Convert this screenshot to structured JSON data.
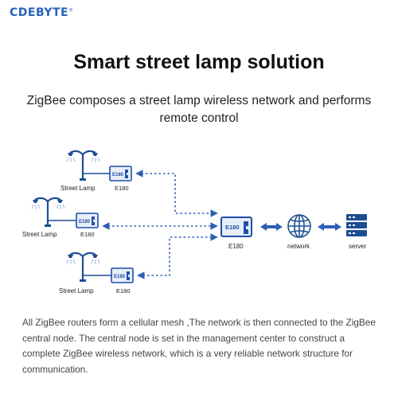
{
  "brand": {
    "name": "CDEBYTE",
    "mark": "®"
  },
  "title": "Smart street lamp solution",
  "subtitle": "ZigBee composes a street lamp wireless network and performs remote control",
  "diagram": {
    "lamps": [
      {
        "lamp_label": "Street Lamp",
        "module_label": "E180",
        "module_text": "E180"
      },
      {
        "lamp_label": "Street Lamp",
        "module_label": "E180",
        "module_text": "E180"
      },
      {
        "lamp_label": "Street Lamp",
        "module_label": "E180",
        "module_text": "E180"
      }
    ],
    "central": {
      "module_text": "E180",
      "label": "E180"
    },
    "network": {
      "label": "network",
      "icon": "globe-icon"
    },
    "server": {
      "label": "server",
      "icon": "server-icon"
    }
  },
  "description": "All ZigBee routers form a cellular mesh ,The network is then connected to the ZigBee central node. The central node is set in the management center to construct a complete ZigBee wireless network, which is a very reliable network structure for communication.",
  "colors": {
    "accent": "#2a62b8",
    "module_border": "#1f4fa8",
    "module_fill": "#e8eef8",
    "line": "#2f5fb5"
  }
}
